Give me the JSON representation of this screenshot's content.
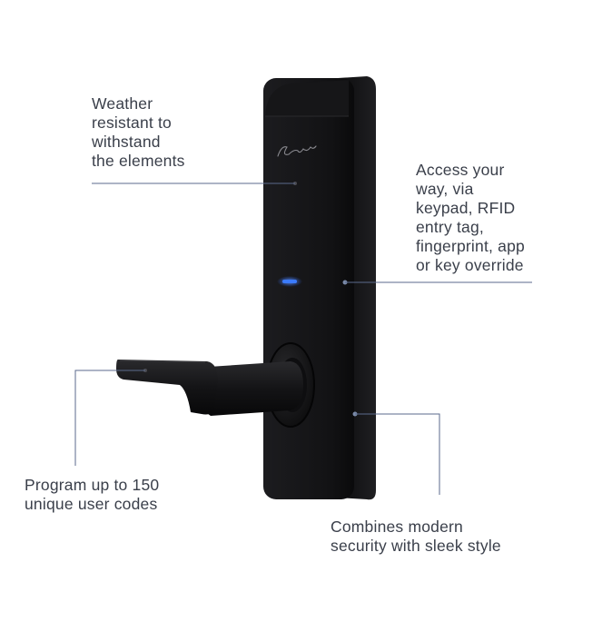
{
  "captions": {
    "weather": [
      "Weather",
      "resistant to",
      "withstand",
      "the elements"
    ],
    "access": [
      "Access your",
      "way, via",
      "keypad, RFID",
      "entry tag,",
      "fingerprint, app",
      "or key override"
    ],
    "program": [
      "Program up to 150",
      "unique user codes"
    ],
    "combines": [
      "Combines modern",
      "security with sleek style"
    ]
  },
  "colors": {
    "callout_line": "#5b6a8c",
    "lock_body": "#141416",
    "indicator": "#2f6bff",
    "text": "#3a3f4a"
  }
}
